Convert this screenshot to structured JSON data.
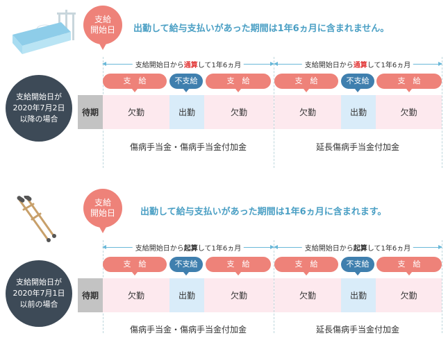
{
  "sections": [
    {
      "start_bubble": "支給\n開始日",
      "note": "出勤して給与支払いがあった期間は1年6ヵ月に含まれません。",
      "side_label": "支給開始日が\n2020年7月2日\n以降の場合",
      "ranges": [
        {
          "pre": "支給開始日から",
          "highlight": "通算",
          "post": "して1年6ヵ月"
        },
        {
          "pre": "支給開始日から",
          "highlight": "通算",
          "post": "して1年6ヵ月"
        }
      ],
      "pills": [
        "支　給",
        "不支給",
        "支　給",
        "支　給",
        "不支給",
        "支　給"
      ],
      "wait_label": "待期",
      "cells": [
        "欠勤",
        "出勤",
        "欠勤",
        "欠勤",
        "出勤",
        "欠勤"
      ],
      "bottom_labels": [
        "傷病手当金・傷病手当金付加金",
        "延長傷病手当金付加金"
      ]
    },
    {
      "start_bubble": "支給\n開始日",
      "note": "出勤して給与支払いがあった期間は1年6ヵ月に含まれます。",
      "side_label": "支給開始日が\n2020年7月1日\n以前の場合",
      "ranges": [
        {
          "pre": "支給開始日から",
          "highlight": "起算",
          "post": "して1年6ヵ月"
        },
        {
          "pre": "支給開始日から",
          "highlight": "起算",
          "post": "して1年6ヵ月"
        }
      ],
      "pills": [
        "支　給",
        "不支給",
        "支　給",
        "支　給",
        "不支給",
        "支　給"
      ],
      "wait_label": "待期",
      "cells": [
        "欠勤",
        "出勤",
        "欠勤",
        "欠勤",
        "出勤",
        "欠勤"
      ],
      "bottom_labels": [
        "傷病手当金・傷病手当金付加金",
        "延長傷病手当金付加金"
      ]
    }
  ],
  "icons": [
    "bed-icon",
    "crutches-icon"
  ]
}
